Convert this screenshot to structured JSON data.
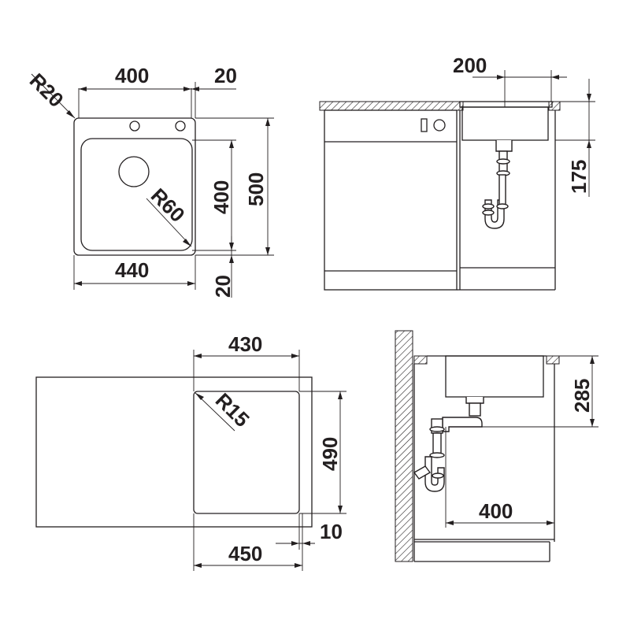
{
  "views": {
    "top_view": {
      "dimensions": [
        "R20",
        "400",
        "20",
        "400",
        "500",
        "R60",
        "440",
        "20"
      ]
    },
    "cabinet_view": {
      "dimensions": [
        "200",
        "175"
      ]
    },
    "cutout_view": {
      "dimensions": [
        "430",
        "R15",
        "490",
        "10",
        "450"
      ]
    },
    "section_view": {
      "dimensions": [
        "285",
        "400"
      ]
    }
  }
}
